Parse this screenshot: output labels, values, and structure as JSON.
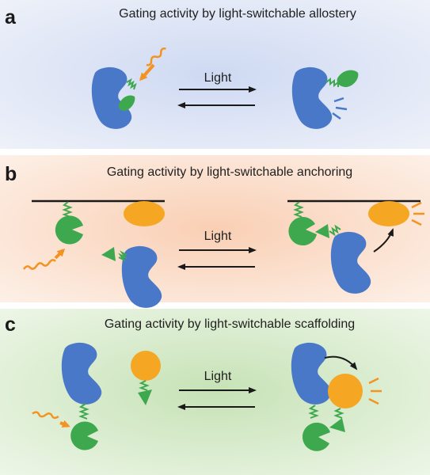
{
  "panels": [
    {
      "id": "a",
      "label": "a",
      "title": "Gating activity by light-switchable allostery",
      "arrow_label": "Light",
      "background": "#dfe6f4"
    },
    {
      "id": "b",
      "label": "b",
      "title": "Gating activity by light-switchable anchoring",
      "arrow_label": "Light",
      "background": "#fbe1d0"
    },
    {
      "id": "c",
      "label": "c",
      "title": "Gating activity by light-switchable scaffolding",
      "arrow_label": "Light",
      "background": "#dcecd2"
    }
  ],
  "colors": {
    "protein": "#4a78c8",
    "photoswitch": "#3ea84f",
    "partner": "#f5a623",
    "light": "#f39322",
    "arrow": "#1a1a1a"
  },
  "icons": [
    "protein-shape",
    "photoswitch-domain",
    "light-wave-icon",
    "activity-signal-icon",
    "membrane-line"
  ]
}
